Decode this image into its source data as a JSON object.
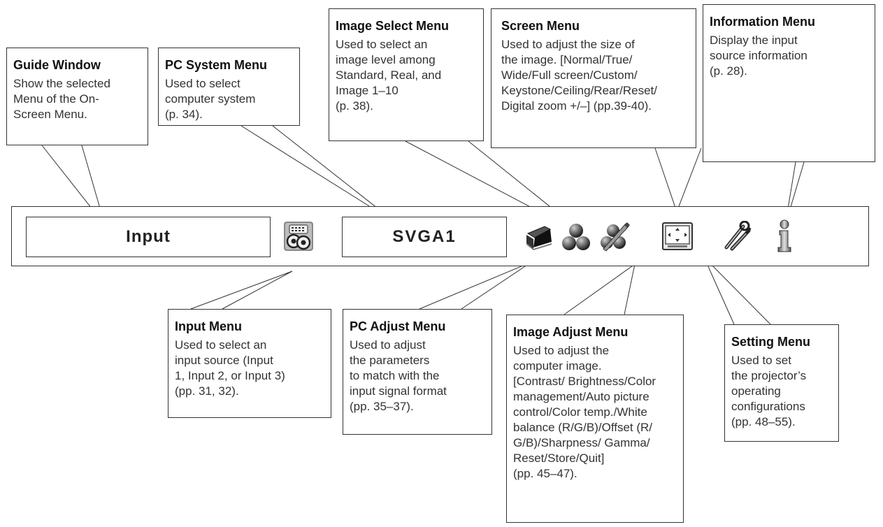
{
  "menu_bar": {
    "guide_window_value": "Input",
    "pc_system_value": "SVGA1",
    "icons": [
      "input-menu-icon",
      "pc-adjust-menu-icon",
      "image-select-menu-icon",
      "image-adjust-menu-icon",
      "screen-menu-icon",
      "setting-menu-icon",
      "information-menu-icon"
    ]
  },
  "callouts": {
    "guide_window": {
      "title": "Guide Window",
      "body": "Show the selected\nMenu of the On-\nScreen Menu."
    },
    "pc_system": {
      "title": "PC System Menu",
      "body": "Used to select\ncomputer system\n(p. 34)."
    },
    "image_select": {
      "title": "Image Select Menu",
      "body": "Used to select an\nimage level among\nStandard, Real, and\nImage 1–10\n(p. 38)."
    },
    "screen": {
      "title": "Screen Menu",
      "body": "Used to adjust the size of\nthe image. [Normal/True/\nWide/Full screen/Custom/\nKeystone/Ceiling/Rear/Reset/\nDigital zoom +/–] (pp.39-40)."
    },
    "information": {
      "title": "Information Menu",
      "body": "Display the input\nsource information\n(p. 28)."
    },
    "input": {
      "title": "Input Menu",
      "body": "Used to select an\ninput source (Input\n1, Input 2, or Input 3)\n(pp. 31, 32)."
    },
    "pc_adjust": {
      "title": "PC Adjust Menu",
      "body": "Used to adjust\nthe parameters\nto match with the\ninput signal format\n(pp. 35–37)."
    },
    "image_adjust": {
      "title": "Image Adjust Menu",
      "body": "Used to adjust the\ncomputer image.\n[Contrast/ Brightness/Color\nmanagement/Auto picture\ncontrol/Color temp./White\nbalance (R/G/B)/Offset (R/\nG/B)/Sharpness/ Gamma/\nReset/Store/Quit]\n(pp. 45–47)."
    },
    "setting": {
      "title": "Setting Menu",
      "body": "Used to set\nthe projector’s\noperating\nconfigurations\n(pp. 48–55)."
    }
  }
}
